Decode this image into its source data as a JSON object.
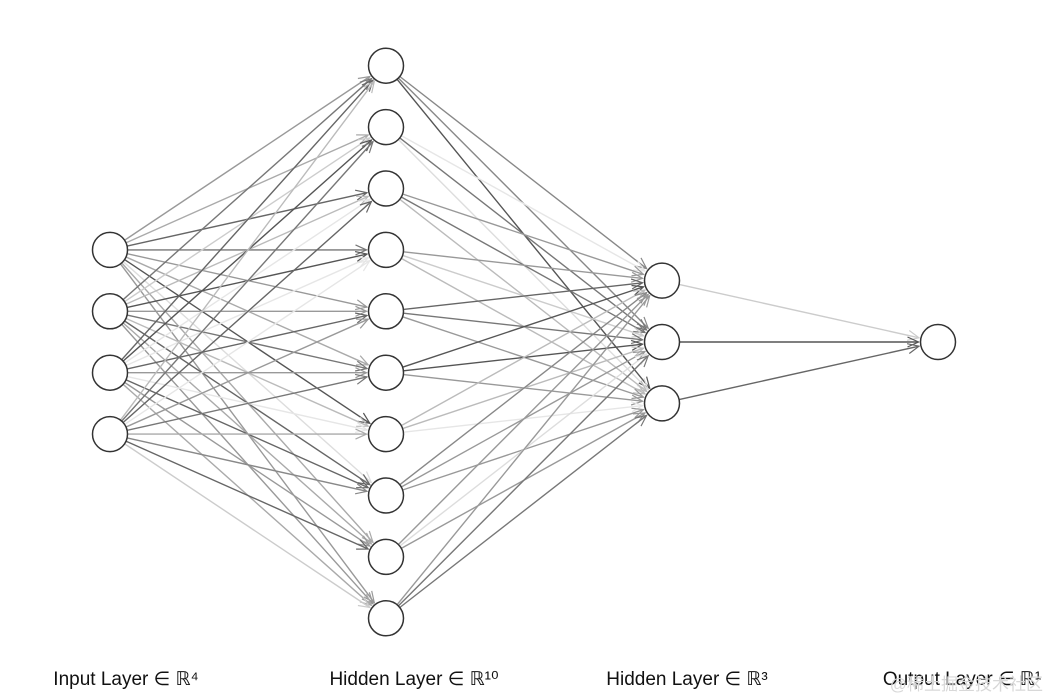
{
  "layers": [
    {
      "label": "Input Layer ∈ ℝ⁴",
      "size": 4
    },
    {
      "label": "Hidden Layer ∈ ℝ¹⁰",
      "size": 10
    },
    {
      "label": "Hidden Layer ∈ ℝ³",
      "size": 3
    },
    {
      "label": "Output Layer ∈ ℝ¹",
      "size": 1
    }
  ],
  "watermark": "@稀土掘金技术社区",
  "colors": {
    "node_stroke": "#333333",
    "node_fill": "#ffffff",
    "edge_dark": "#555555",
    "edge_light": "#dddddd"
  }
}
